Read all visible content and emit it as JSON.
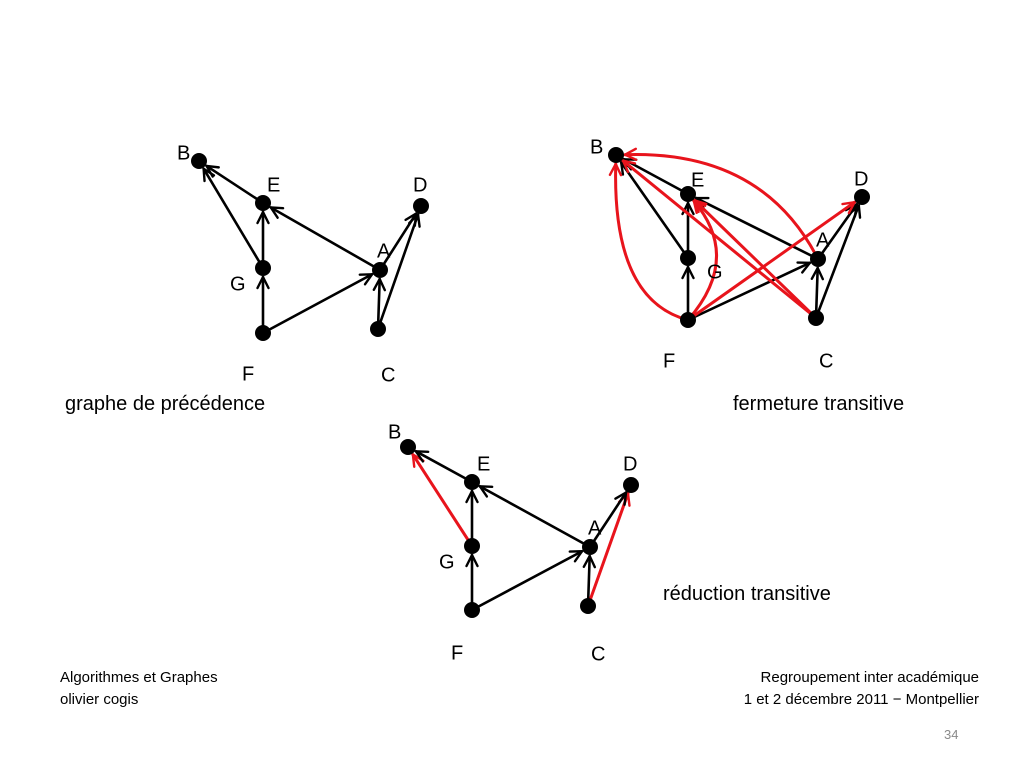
{
  "graphs": [
    {
      "id": "precedence",
      "caption": "graphe de précédence",
      "nodes": [
        {
          "id": "B",
          "label": "B"
        },
        {
          "id": "E",
          "label": "E"
        },
        {
          "id": "D",
          "label": "D"
        },
        {
          "id": "A",
          "label": "A"
        },
        {
          "id": "G",
          "label": "G"
        },
        {
          "id": "F",
          "label": "F"
        },
        {
          "id": "C",
          "label": "C"
        }
      ],
      "edges": [
        {
          "from": "G",
          "to": "B",
          "color": "black"
        },
        {
          "from": "E",
          "to": "B",
          "color": "black"
        },
        {
          "from": "G",
          "to": "E",
          "color": "black"
        },
        {
          "from": "F",
          "to": "G",
          "color": "black"
        },
        {
          "from": "A",
          "to": "E",
          "color": "black"
        },
        {
          "from": "F",
          "to": "A",
          "color": "black"
        },
        {
          "from": "C",
          "to": "A",
          "color": "black"
        },
        {
          "from": "C",
          "to": "D",
          "color": "black"
        },
        {
          "from": "A",
          "to": "D",
          "color": "black"
        }
      ]
    },
    {
      "id": "transitive-closure",
      "caption": "fermeture transitive",
      "nodes": [
        {
          "id": "B",
          "label": "B"
        },
        {
          "id": "E",
          "label": "E"
        },
        {
          "id": "D",
          "label": "D"
        },
        {
          "id": "A",
          "label": "A"
        },
        {
          "id": "G",
          "label": "G"
        },
        {
          "id": "F",
          "label": "F"
        },
        {
          "id": "C",
          "label": "C"
        }
      ],
      "edges": [
        {
          "from": "G",
          "to": "B",
          "color": "black"
        },
        {
          "from": "E",
          "to": "B",
          "color": "black"
        },
        {
          "from": "G",
          "to": "E",
          "color": "black"
        },
        {
          "from": "F",
          "to": "G",
          "color": "black"
        },
        {
          "from": "A",
          "to": "E",
          "color": "black"
        },
        {
          "from": "F",
          "to": "A",
          "color": "black"
        },
        {
          "from": "C",
          "to": "A",
          "color": "black"
        },
        {
          "from": "C",
          "to": "D",
          "color": "black"
        },
        {
          "from": "A",
          "to": "D",
          "color": "black"
        },
        {
          "from": "F",
          "to": "B",
          "color": "red"
        },
        {
          "from": "F",
          "to": "E",
          "color": "red"
        },
        {
          "from": "F",
          "to": "D",
          "color": "red"
        },
        {
          "from": "A",
          "to": "B",
          "color": "red"
        },
        {
          "from": "C",
          "to": "E",
          "color": "red"
        },
        {
          "from": "C",
          "to": "B",
          "color": "red"
        }
      ]
    },
    {
      "id": "transitive-reduction",
      "caption": "réduction transitive",
      "nodes": [
        {
          "id": "B",
          "label": "B"
        },
        {
          "id": "E",
          "label": "E"
        },
        {
          "id": "D",
          "label": "D"
        },
        {
          "id": "A",
          "label": "A"
        },
        {
          "id": "G",
          "label": "G"
        },
        {
          "id": "F",
          "label": "F"
        },
        {
          "id": "C",
          "label": "C"
        }
      ],
      "edges": [
        {
          "from": "G",
          "to": "B",
          "color": "red"
        },
        {
          "from": "E",
          "to": "B",
          "color": "black"
        },
        {
          "from": "G",
          "to": "E",
          "color": "black"
        },
        {
          "from": "F",
          "to": "G",
          "color": "black"
        },
        {
          "from": "A",
          "to": "E",
          "color": "black"
        },
        {
          "from": "F",
          "to": "A",
          "color": "black"
        },
        {
          "from": "C",
          "to": "A",
          "color": "black"
        },
        {
          "from": "C",
          "to": "D",
          "color": "red"
        },
        {
          "from": "A",
          "to": "D",
          "color": "black"
        }
      ]
    }
  ],
  "footer": {
    "course": "Algorithmes et Graphes",
    "author": "olivier cogis",
    "event": "Regroupement inter académique",
    "date_place": "1 et 2 décembre 2011 − Montpellier"
  },
  "page_number": "34",
  "colors": {
    "edge_black": "#000000",
    "edge_red": "#e8141c",
    "node": "#000000"
  }
}
